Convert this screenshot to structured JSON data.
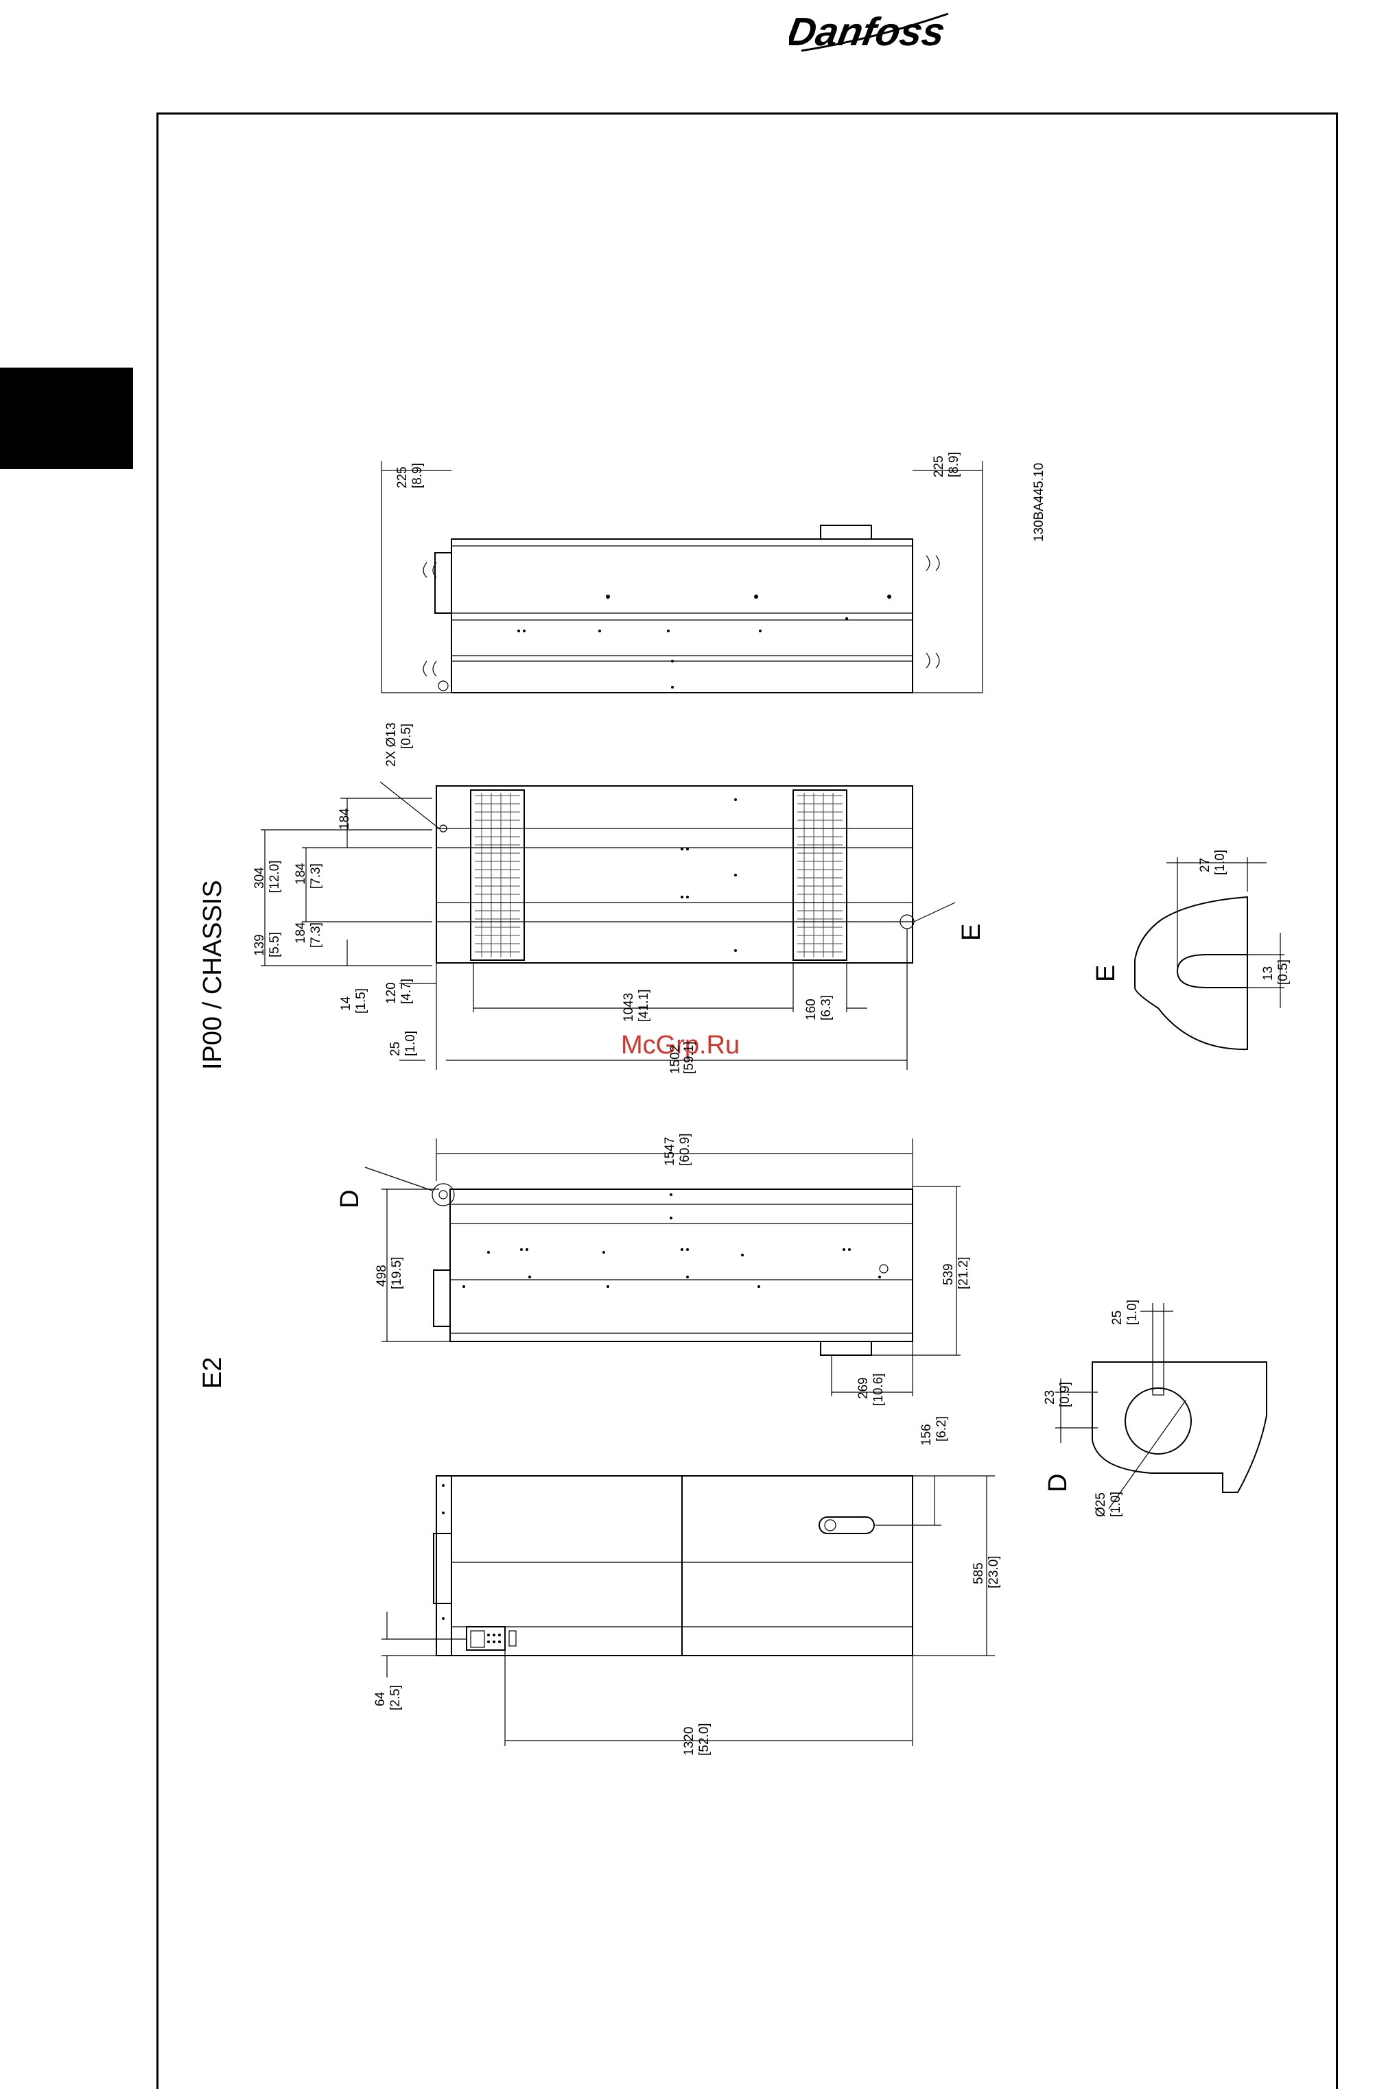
{
  "brand": {
    "logo_text": "Danfoss"
  },
  "drawing_id": "130BA445.10",
  "heading": "IP00 / CHASSIS",
  "frame_size": "E2",
  "watermark": "McGrp.Ru",
  "detail_labels": {
    "d": "D",
    "e": "E",
    "hole_callout": "2X Ø13",
    "hole_callout_in": "[0.5]"
  },
  "top_view_dims": [
    {
      "mm": "225",
      "in": "[8.9]"
    },
    {
      "mm": "225",
      "in": "[8.9]"
    }
  ],
  "back_view_dims": [
    {
      "mm": "184",
      "in": ""
    },
    {
      "mm": "304",
      "in": "[12.0]"
    },
    {
      "mm": "184",
      "in": "[7.3]"
    },
    {
      "mm": "184",
      "in": "[7.3]"
    },
    {
      "mm": "139",
      "in": "[5.5]"
    },
    {
      "mm": "14",
      "in": "[1.5]"
    },
    {
      "mm": "120",
      "in": "[4.7]"
    },
    {
      "mm": "1043",
      "in": "[41.1]"
    },
    {
      "mm": "160",
      "in": "[6.3]"
    },
    {
      "mm": "25",
      "in": "[1.0]"
    },
    {
      "mm": "1502",
      "in": "[59.1]"
    }
  ],
  "side_view_dims": [
    {
      "mm": "1547",
      "in": "[60.9]"
    },
    {
      "mm": "498",
      "in": "[19.5]"
    },
    {
      "mm": "539",
      "in": "[21.2]"
    },
    {
      "mm": "269",
      "in": "[10.6]"
    }
  ],
  "front_view_dims": [
    {
      "mm": "156",
      "in": "[6.2]"
    },
    {
      "mm": "585",
      "in": "[23.0]"
    },
    {
      "mm": "64",
      "in": "[2.5]"
    },
    {
      "mm": "1320",
      "in": "[52.0]"
    }
  ],
  "detail_e_dims": [
    {
      "mm": "27",
      "in": "[1.0]"
    },
    {
      "mm": "13",
      "in": "[0.5]"
    }
  ],
  "detail_d_dims": [
    {
      "mm": "25",
      "in": "[1.0]"
    },
    {
      "mm": "23",
      "in": "[0.9]"
    },
    {
      "mm": "Ø25",
      "in": "[1.0]"
    }
  ]
}
